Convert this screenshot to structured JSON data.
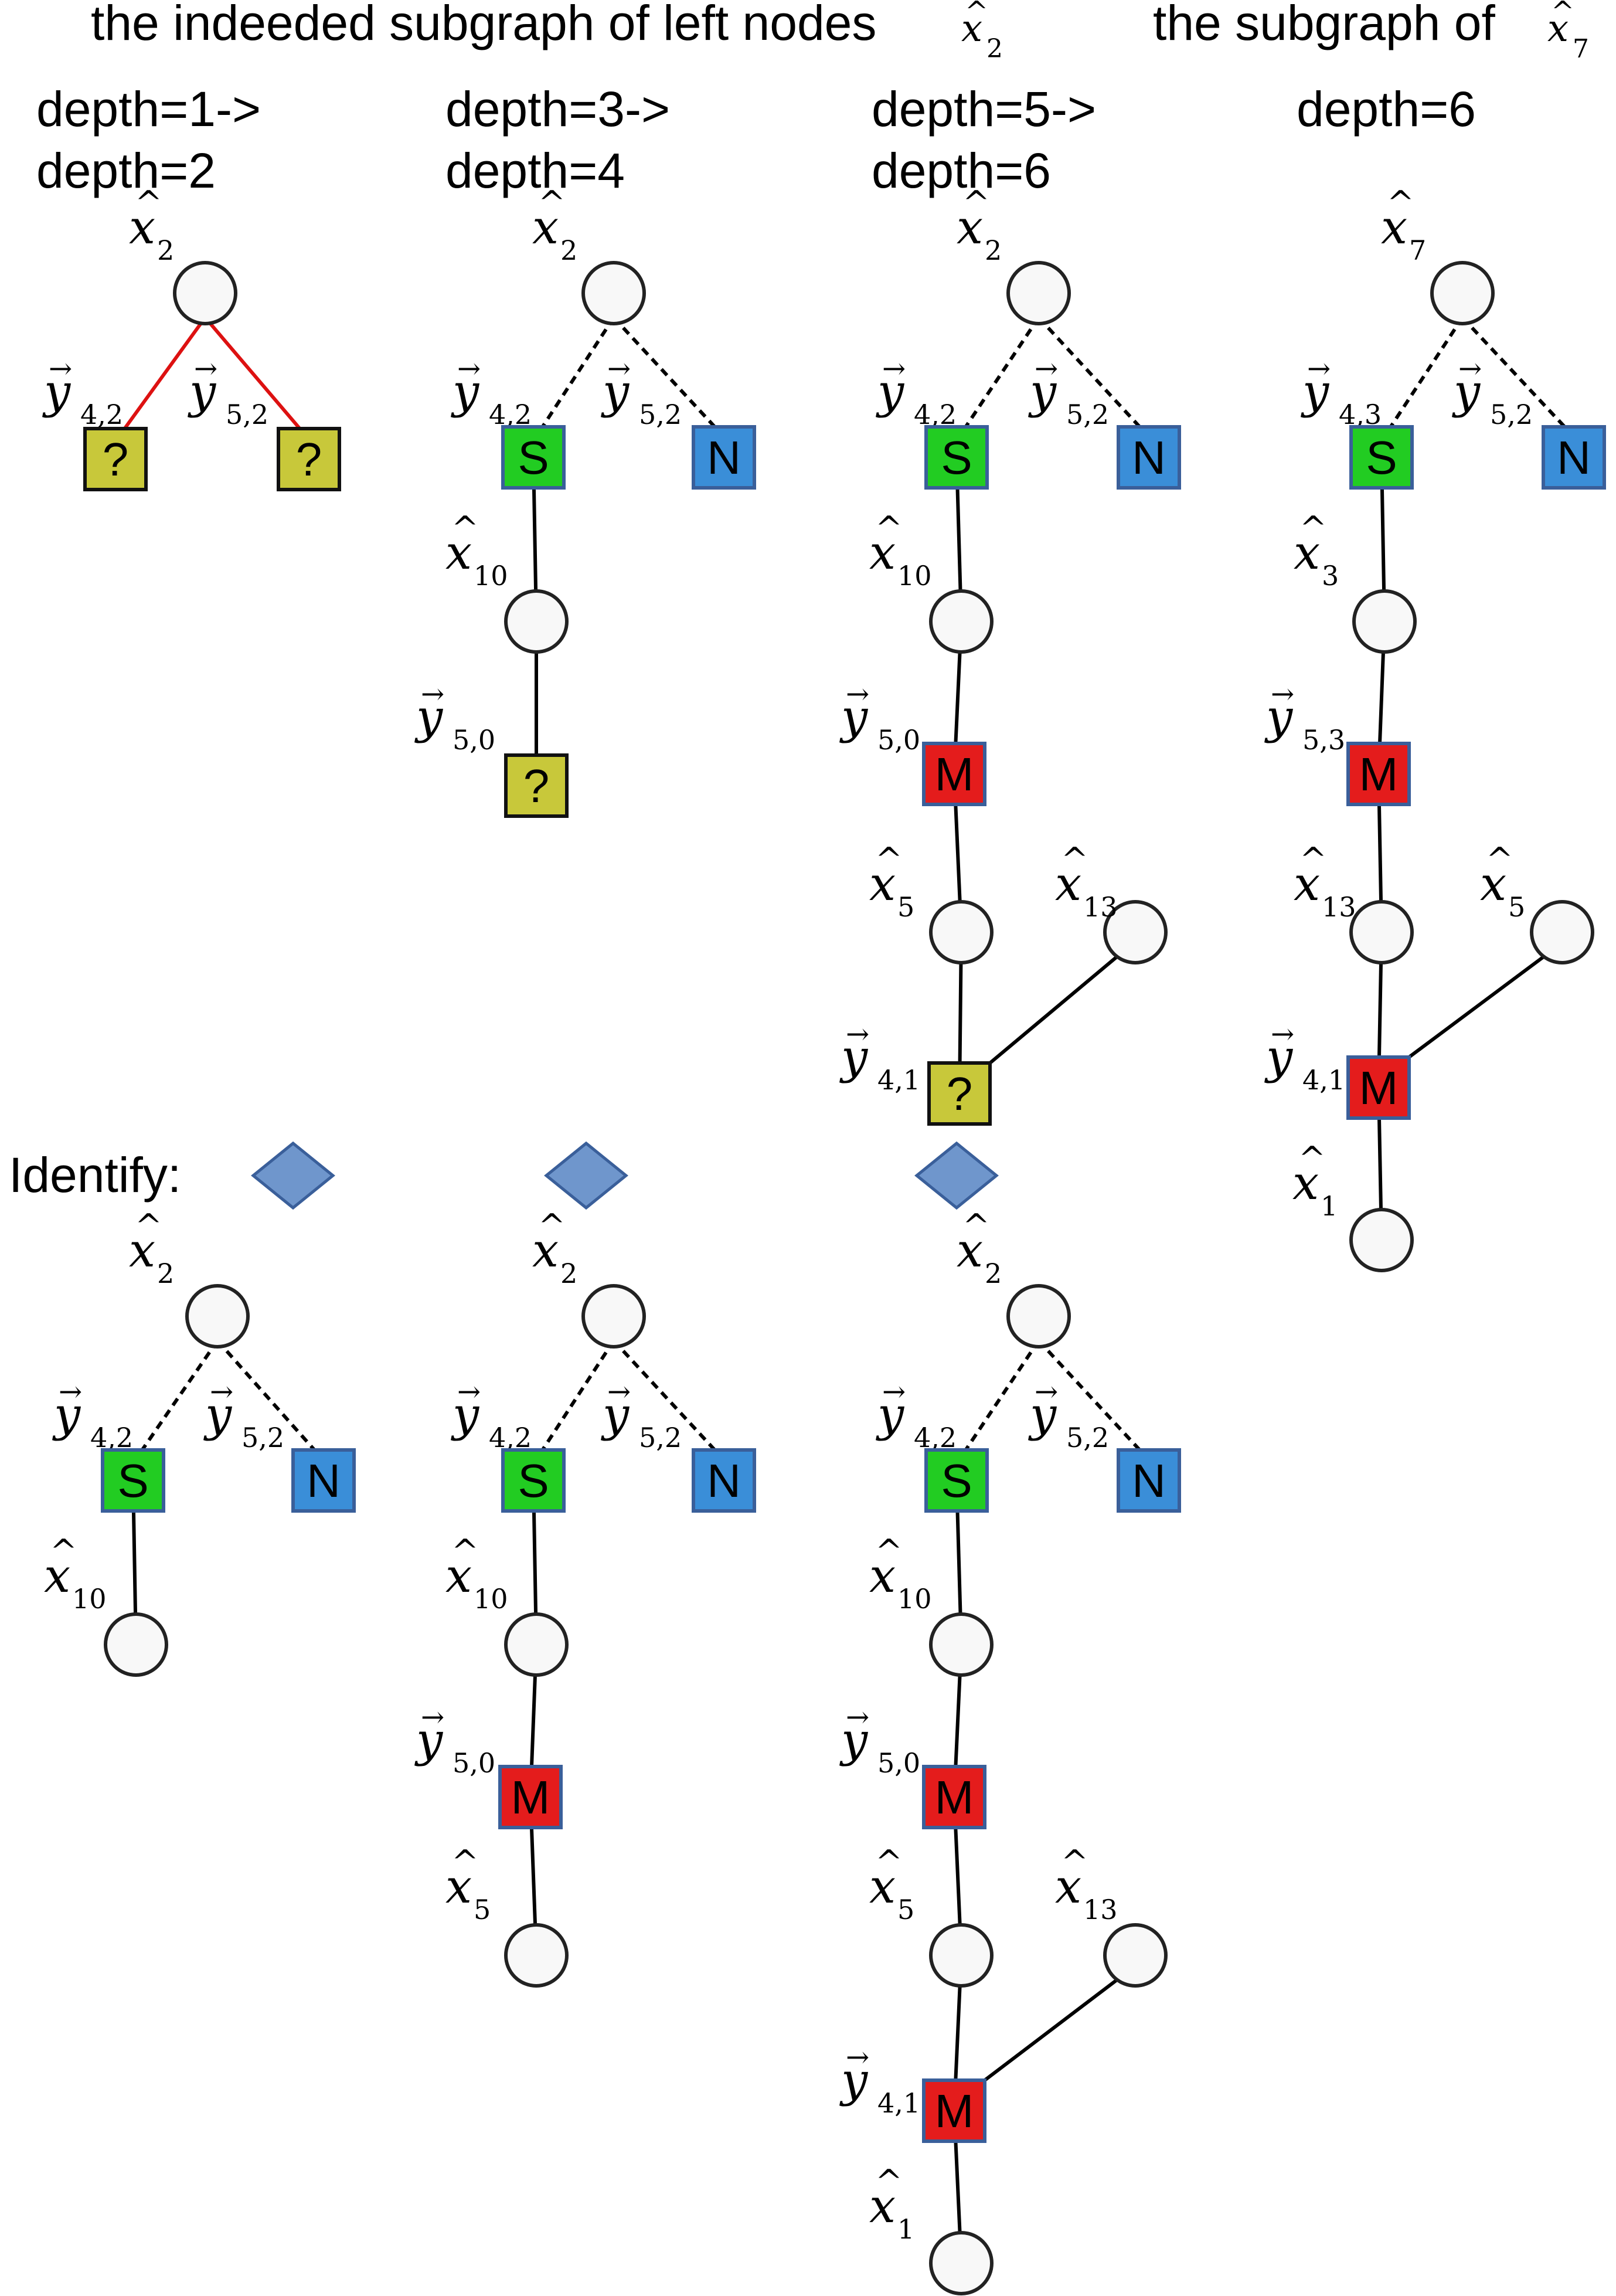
{
  "header": {
    "left_title": "the indeeded subgraph of left nodes",
    "left_title_var": "x",
    "left_title_sub": "2",
    "right_title": "the subgraph of",
    "right_title_var": "x",
    "right_title_sub": "7"
  },
  "identify_label": "Identify:",
  "colors": {
    "unknown": "#c8c83a",
    "S": "#22cc22",
    "N": "#3a8ed8",
    "M": "#e41c1c",
    "diamond": "#6f96cc",
    "diamond_stroke": "#3a5f9a",
    "box_stroke_colored": "#3a5f9a",
    "red_edge": "#dd1111"
  },
  "panels": [
    {
      "id": "p1",
      "depth": [
        "depth=1->",
        "depth=2"
      ],
      "nodes": [
        {
          "id": "r",
          "kind": "circle",
          "label": "x",
          "sub": "2"
        },
        {
          "id": "a",
          "kind": "box",
          "box": "?"
        },
        {
          "id": "b",
          "kind": "box",
          "box": "?"
        }
      ],
      "edges": [
        {
          "from": "r",
          "to": "a",
          "style": "red",
          "label": "y",
          "sub": "4,2"
        },
        {
          "from": "r",
          "to": "b",
          "style": "red",
          "label": "y",
          "sub": "5,2"
        }
      ]
    },
    {
      "id": "p2",
      "depth": [
        "depth=3->",
        "depth=4"
      ],
      "nodes": [
        {
          "id": "r",
          "kind": "circle",
          "label": "x",
          "sub": "2"
        },
        {
          "id": "s",
          "kind": "box",
          "box": "S"
        },
        {
          "id": "n",
          "kind": "box",
          "box": "N"
        },
        {
          "id": "c1",
          "kind": "circle",
          "label": "x",
          "sub": "10"
        },
        {
          "id": "q",
          "kind": "box",
          "box": "?",
          "label": "y",
          "sub": "5,0"
        }
      ],
      "edges": [
        {
          "from": "r",
          "to": "s",
          "style": "dashed",
          "label": "y",
          "sub": "4,2"
        },
        {
          "from": "r",
          "to": "n",
          "style": "dashed",
          "label": "y",
          "sub": "5,2"
        },
        {
          "from": "s",
          "to": "c1",
          "style": "solid"
        },
        {
          "from": "c1",
          "to": "q",
          "style": "solid"
        }
      ]
    },
    {
      "id": "p3",
      "depth": [
        "depth=5->",
        "depth=6"
      ],
      "nodes": [
        {
          "id": "r",
          "kind": "circle",
          "label": "x",
          "sub": "2"
        },
        {
          "id": "s",
          "kind": "box",
          "box": "S"
        },
        {
          "id": "n",
          "kind": "box",
          "box": "N"
        },
        {
          "id": "c1",
          "kind": "circle",
          "label": "x",
          "sub": "10"
        },
        {
          "id": "m",
          "kind": "box",
          "box": "M",
          "label": "y",
          "sub": "5,0"
        },
        {
          "id": "c2",
          "kind": "circle",
          "label": "x",
          "sub": "5"
        },
        {
          "id": "c3",
          "kind": "circle",
          "label": "x",
          "sub": "13"
        },
        {
          "id": "q",
          "kind": "box",
          "box": "?",
          "label": "y",
          "sub": "4,1"
        }
      ],
      "edges": [
        {
          "from": "r",
          "to": "s",
          "style": "dashed",
          "label": "y",
          "sub": "4,2"
        },
        {
          "from": "r",
          "to": "n",
          "style": "dashed",
          "label": "y",
          "sub": "5,2"
        },
        {
          "from": "s",
          "to": "c1",
          "style": "solid"
        },
        {
          "from": "c1",
          "to": "m",
          "style": "solid"
        },
        {
          "from": "m",
          "to": "c2",
          "style": "solid"
        },
        {
          "from": "c2",
          "to": "q",
          "style": "solid"
        },
        {
          "from": "c3",
          "to": "q",
          "style": "solid"
        }
      ]
    },
    {
      "id": "p4",
      "depth": [
        "depth=6"
      ],
      "nodes": [
        {
          "id": "r",
          "kind": "circle",
          "label": "x",
          "sub": "7"
        },
        {
          "id": "s",
          "kind": "box",
          "box": "S"
        },
        {
          "id": "n",
          "kind": "box",
          "box": "N"
        },
        {
          "id": "c1",
          "kind": "circle",
          "label": "x",
          "sub": "3"
        },
        {
          "id": "m",
          "kind": "box",
          "box": "M",
          "label": "y",
          "sub": "5,3"
        },
        {
          "id": "c2",
          "kind": "circle",
          "label": "x",
          "sub": "13"
        },
        {
          "id": "c3",
          "kind": "circle",
          "label": "x",
          "sub": "5"
        },
        {
          "id": "m2",
          "kind": "box",
          "box": "M",
          "label": "y",
          "sub": "4,1"
        },
        {
          "id": "c4",
          "kind": "circle",
          "label": "x",
          "sub": "1"
        }
      ],
      "edges": [
        {
          "from": "r",
          "to": "s",
          "style": "dashed",
          "label": "y",
          "sub": "4,3"
        },
        {
          "from": "r",
          "to": "n",
          "style": "dashed",
          "label": "y",
          "sub": "5,2"
        },
        {
          "from": "s",
          "to": "c1",
          "style": "solid"
        },
        {
          "from": "c1",
          "to": "m",
          "style": "solid"
        },
        {
          "from": "m",
          "to": "c2",
          "style": "solid"
        },
        {
          "from": "c2",
          "to": "m2",
          "style": "solid"
        },
        {
          "from": "c3",
          "to": "m2",
          "style": "solid"
        },
        {
          "from": "m2",
          "to": "c4",
          "style": "solid"
        }
      ]
    },
    {
      "id": "p5",
      "depth": [],
      "nodes": [
        {
          "id": "r",
          "kind": "circle",
          "label": "x",
          "sub": "2"
        },
        {
          "id": "s",
          "kind": "box",
          "box": "S"
        },
        {
          "id": "n",
          "kind": "box",
          "box": "N"
        },
        {
          "id": "c1",
          "kind": "circle",
          "label": "x",
          "sub": "10"
        }
      ],
      "edges": [
        {
          "from": "r",
          "to": "s",
          "style": "dashed",
          "label": "y",
          "sub": "4,2"
        },
        {
          "from": "r",
          "to": "n",
          "style": "dashed",
          "label": "y",
          "sub": "5,2"
        },
        {
          "from": "s",
          "to": "c1",
          "style": "solid"
        }
      ]
    },
    {
      "id": "p6",
      "depth": [],
      "nodes": [
        {
          "id": "r",
          "kind": "circle",
          "label": "x",
          "sub": "2"
        },
        {
          "id": "s",
          "kind": "box",
          "box": "S"
        },
        {
          "id": "n",
          "kind": "box",
          "box": "N"
        },
        {
          "id": "c1",
          "kind": "circle",
          "label": "x",
          "sub": "10"
        },
        {
          "id": "m",
          "kind": "box",
          "box": "M",
          "label": "y",
          "sub": "5,0"
        },
        {
          "id": "c2",
          "kind": "circle",
          "label": "x",
          "sub": "5"
        }
      ],
      "edges": [
        {
          "from": "r",
          "to": "s",
          "style": "dashed",
          "label": "y",
          "sub": "4,2"
        },
        {
          "from": "r",
          "to": "n",
          "style": "dashed",
          "label": "y",
          "sub": "5,2"
        },
        {
          "from": "s",
          "to": "c1",
          "style": "solid"
        },
        {
          "from": "c1",
          "to": "m",
          "style": "solid"
        },
        {
          "from": "m",
          "to": "c2",
          "style": "solid"
        }
      ]
    },
    {
      "id": "p7",
      "depth": [],
      "nodes": [
        {
          "id": "r",
          "kind": "circle",
          "label": "x",
          "sub": "2"
        },
        {
          "id": "s",
          "kind": "box",
          "box": "S"
        },
        {
          "id": "n",
          "kind": "box",
          "box": "N"
        },
        {
          "id": "c1",
          "kind": "circle",
          "label": "x",
          "sub": "10"
        },
        {
          "id": "m",
          "kind": "box",
          "box": "M",
          "label": "y",
          "sub": "5,0"
        },
        {
          "id": "c2",
          "kind": "circle",
          "label": "x",
          "sub": "5"
        },
        {
          "id": "c3",
          "kind": "circle",
          "label": "x",
          "sub": "13"
        },
        {
          "id": "m2",
          "kind": "box",
          "box": "M",
          "label": "y",
          "sub": "4,1"
        },
        {
          "id": "c4",
          "kind": "circle",
          "label": "x",
          "sub": "1"
        }
      ],
      "edges": [
        {
          "from": "r",
          "to": "s",
          "style": "dashed",
          "label": "y",
          "sub": "4,2"
        },
        {
          "from": "r",
          "to": "n",
          "style": "dashed",
          "label": "y",
          "sub": "5,2"
        },
        {
          "from": "s",
          "to": "c1",
          "style": "solid"
        },
        {
          "from": "c1",
          "to": "m",
          "style": "solid"
        },
        {
          "from": "m",
          "to": "c2",
          "style": "solid"
        },
        {
          "from": "c2",
          "to": "m2",
          "style": "solid"
        },
        {
          "from": "c3",
          "to": "m2",
          "style": "solid"
        },
        {
          "from": "m2",
          "to": "c4",
          "style": "solid"
        }
      ]
    }
  ]
}
